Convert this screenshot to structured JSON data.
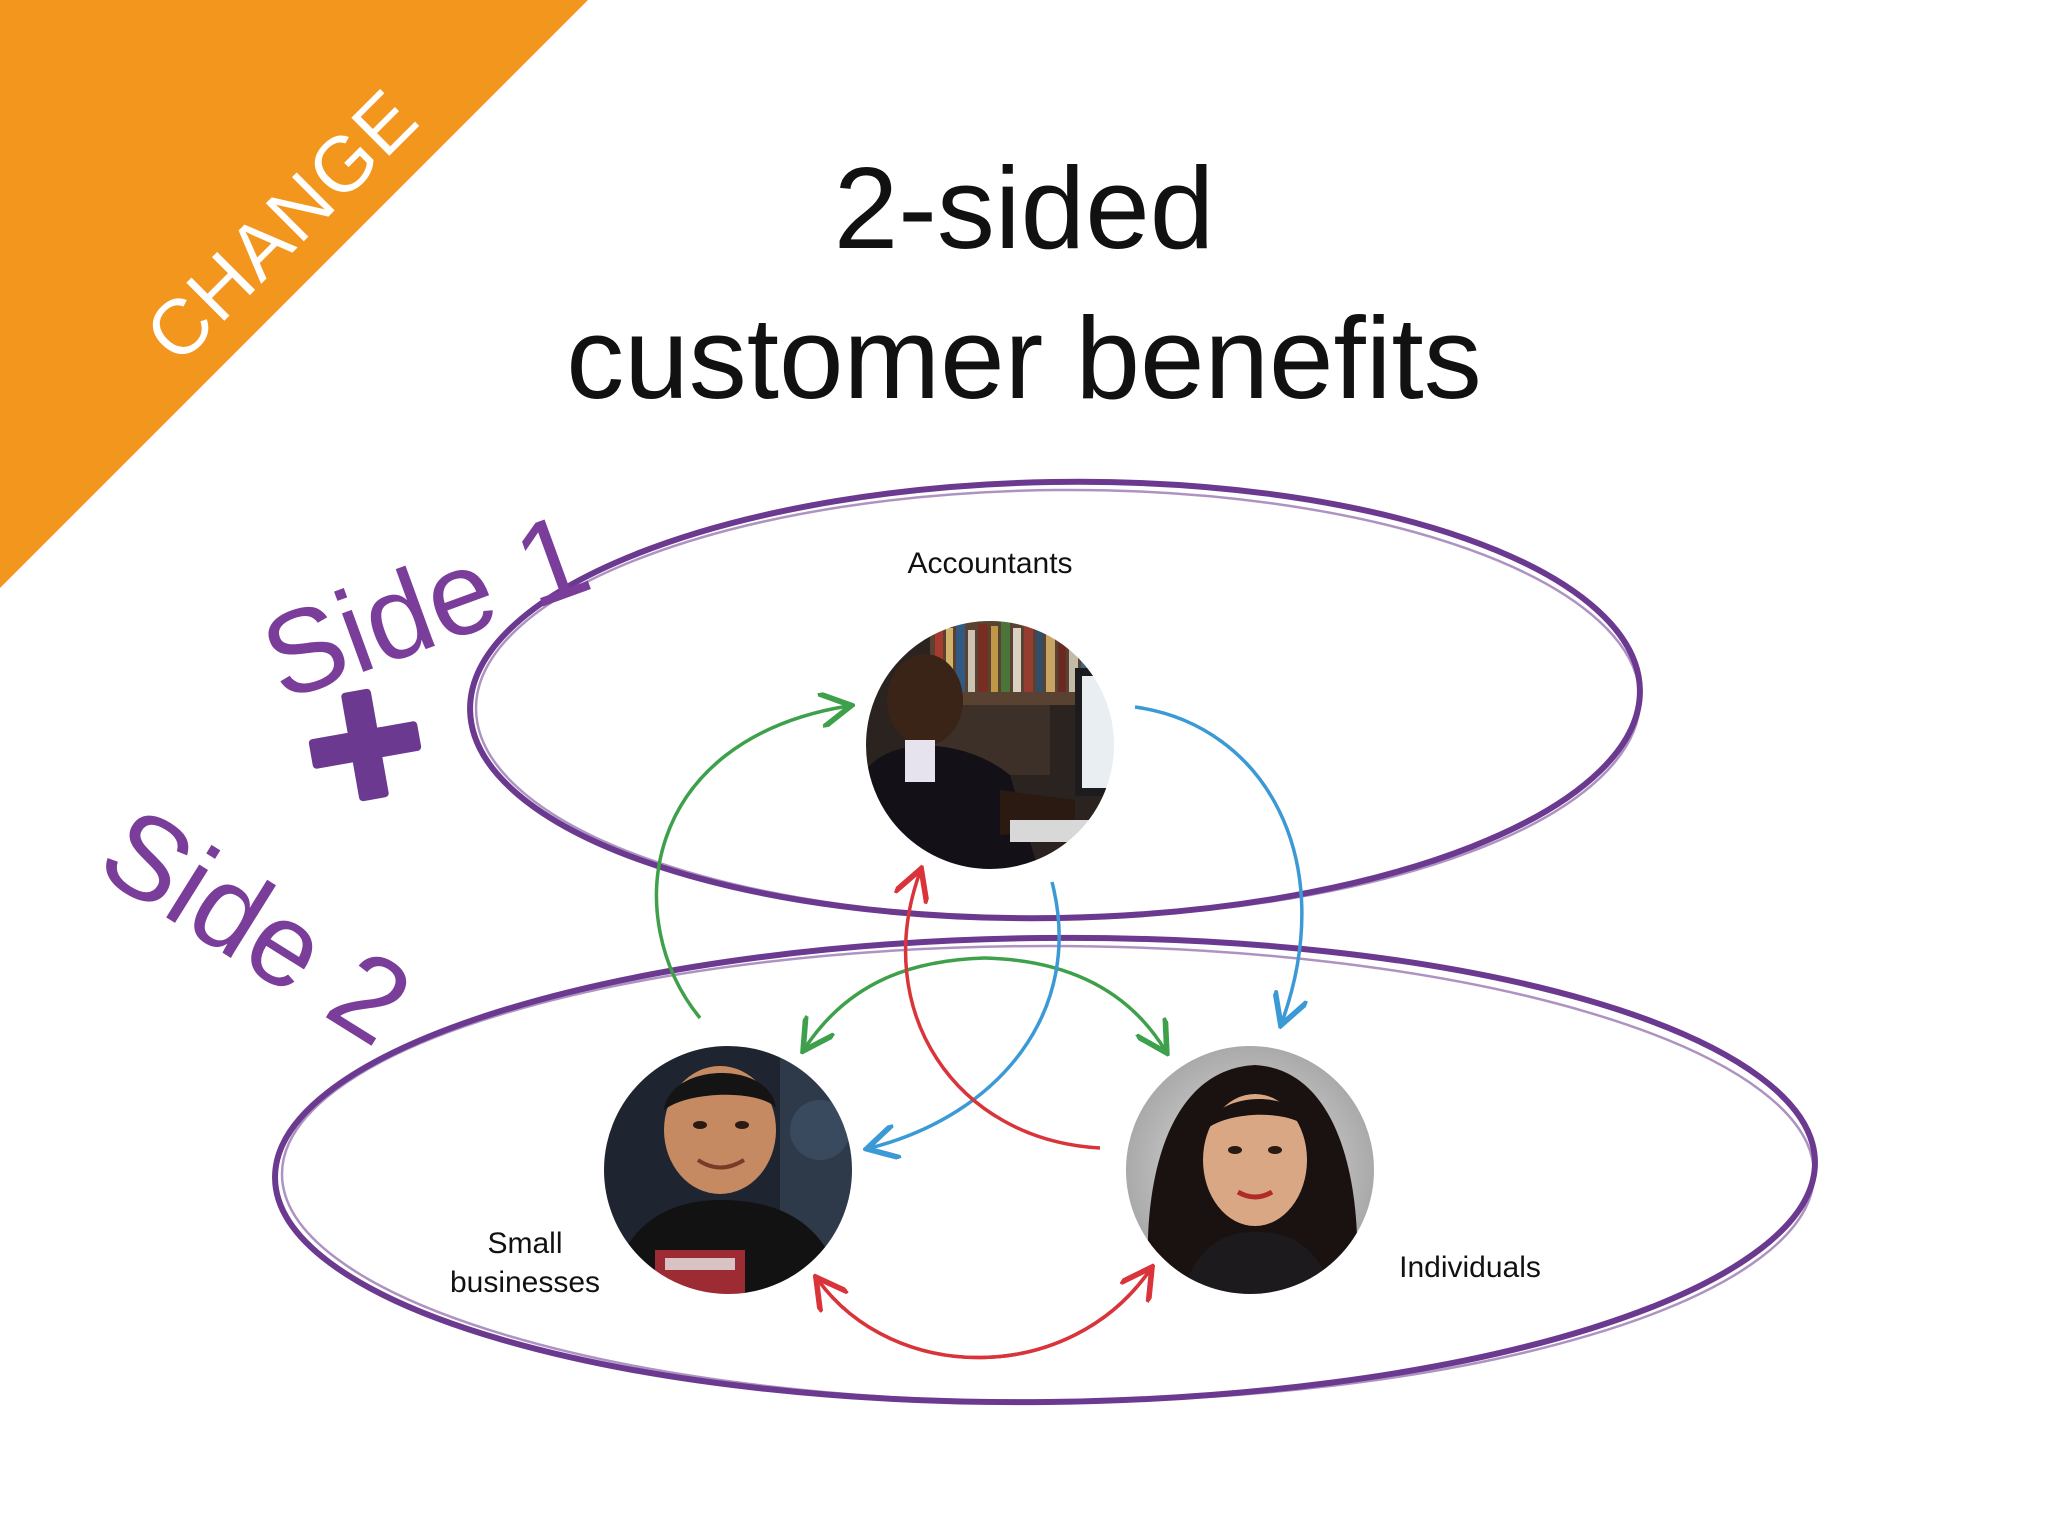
{
  "banner": {
    "text": "CHANGE"
  },
  "title": {
    "line1": "2-sided",
    "line2": "customer benefits"
  },
  "sides": {
    "side1": "Side 1",
    "side2": "Side 2"
  },
  "nodes": {
    "accountants": "Accountants",
    "small_businesses_line1": "Small",
    "small_businesses_line2": "businesses",
    "individuals": "Individuals"
  },
  "colors": {
    "banner": "#f2961e",
    "purple": "#6b3a90",
    "green": "#3ea04a",
    "blue": "#3b9ad6",
    "red": "#d8343a"
  }
}
